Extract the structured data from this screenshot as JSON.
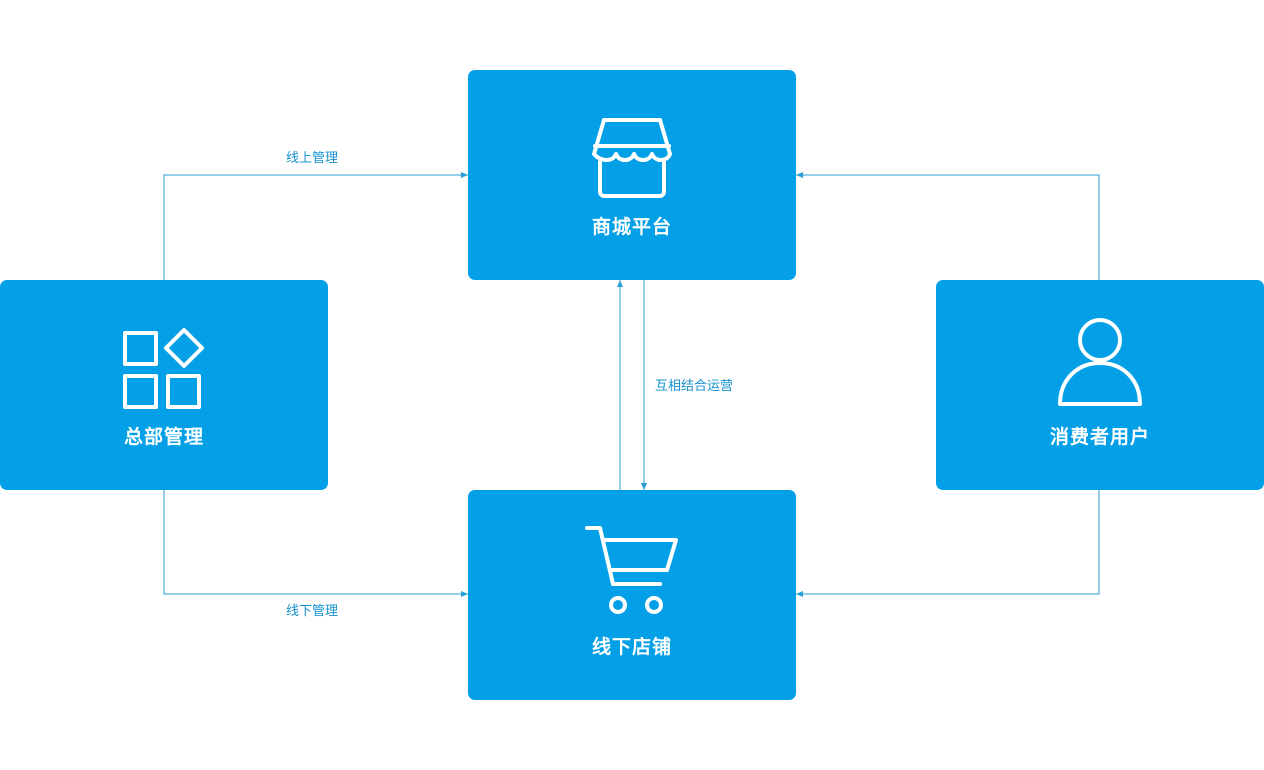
{
  "colors": {
    "box": "#03a0e8",
    "line": "#2a9fd6",
    "label": "#1591cf"
  },
  "nodes": {
    "mall": {
      "label": "商城平台",
      "icon": "storefront-icon"
    },
    "hq": {
      "label": "总部管理",
      "icon": "app-grid-icon"
    },
    "consumer": {
      "label": "消费者用户",
      "icon": "user-icon"
    },
    "store": {
      "label": "线下店铺",
      "icon": "shopping-cart-icon"
    }
  },
  "edges": {
    "online": "线上管理",
    "offline": "线下管理",
    "joint": "互相结合运营"
  }
}
